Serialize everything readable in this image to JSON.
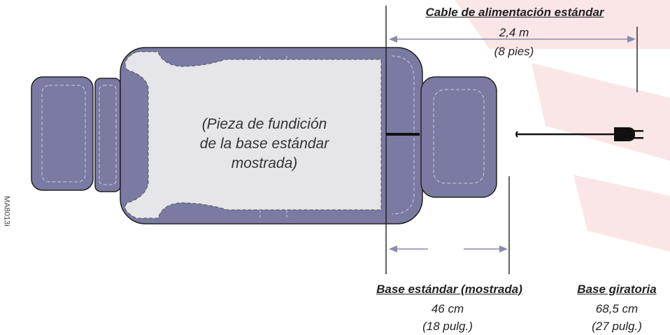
{
  "power_cord": {
    "title": "Cable de alimentación estándar",
    "length_m": "2,4 m",
    "length_ft": "(8 pies)"
  },
  "base_note": {
    "line1": "(Pieza de fundición",
    "line2": "de la base estándar",
    "line3": "mostrada)"
  },
  "standard_base": {
    "title": "Base estándar (mostrada)",
    "value_cm": "46 cm",
    "value_in": "(18 pulg.)"
  },
  "swivel_base": {
    "title": "Base giratoria",
    "value_cm": "68,5 cm",
    "value_in": "(27 pulg.)"
  },
  "figure_code": "MA8013i",
  "colors": {
    "upholstery": "#7a7aa3",
    "base_casting": "#e6e6ea",
    "dimension_arrow": "#8a8ab0",
    "watermark": "#f3c9c9"
  },
  "icons": [
    "power-plug-icon"
  ]
}
